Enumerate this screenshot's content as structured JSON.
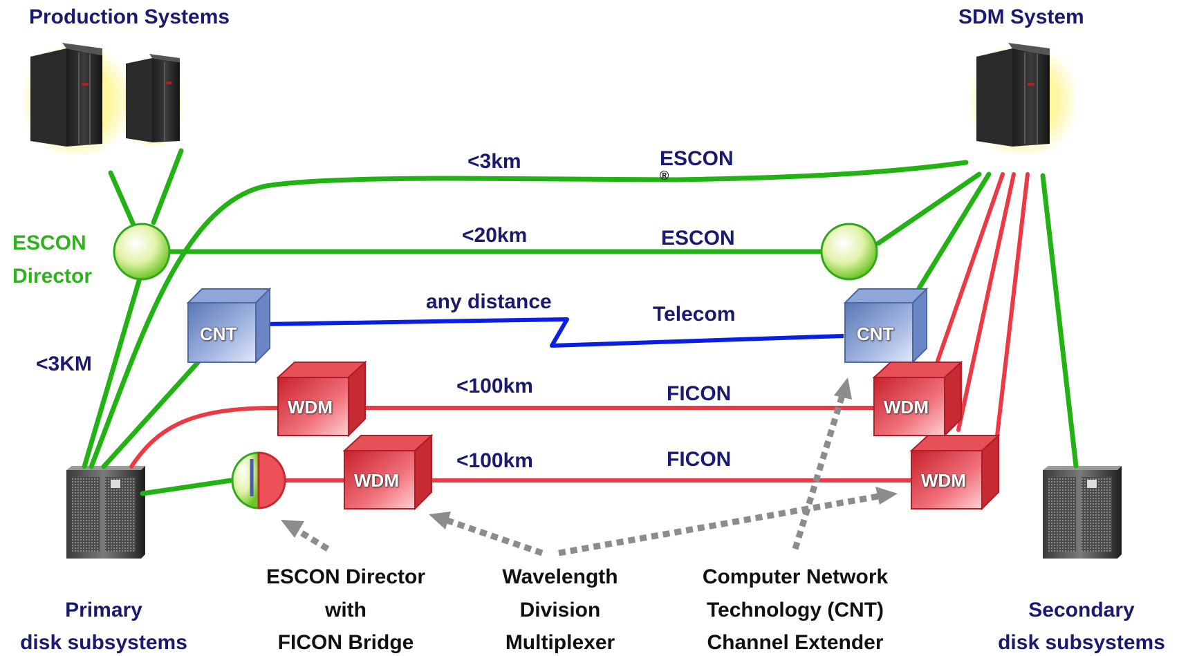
{
  "systems": {
    "production": "Production Systems",
    "sdm": "SDM System"
  },
  "director": {
    "line1": "ESCON",
    "line2": "Director"
  },
  "links": [
    {
      "distance": "<3km",
      "protocol": "ESCON",
      "mark": "®"
    },
    {
      "distance": "<20km",
      "protocol": "ESCON"
    },
    {
      "distance": "any distance",
      "protocol": "Telecom"
    },
    {
      "distance": "<100km",
      "protocol": "FICON"
    },
    {
      "distance": "<100km",
      "protocol": "FICON"
    }
  ],
  "left_distance": "<3KM",
  "devices": {
    "cnt": "CNT",
    "wdm": "WDM"
  },
  "legend": {
    "bridge": [
      "ESCON Director",
      "with",
      "FICON Bridge"
    ],
    "wdm": [
      "Wavelength",
      "Division",
      "Multiplexer"
    ],
    "cnt": [
      "Computer Network",
      "Technology (CNT)",
      "Channel Extender"
    ]
  },
  "disks": {
    "primary": [
      "Primary",
      "disk subsystems"
    ],
    "secondary": [
      "Secondary",
      "disk subsystems"
    ]
  },
  "colors": {
    "escon_green": "#22b214",
    "ficon_red": "#ec3a45",
    "telecom_blue": "#0a1ee6",
    "label_navy": "#1a1a6e",
    "arrow_gray": "#8c8c8c"
  }
}
